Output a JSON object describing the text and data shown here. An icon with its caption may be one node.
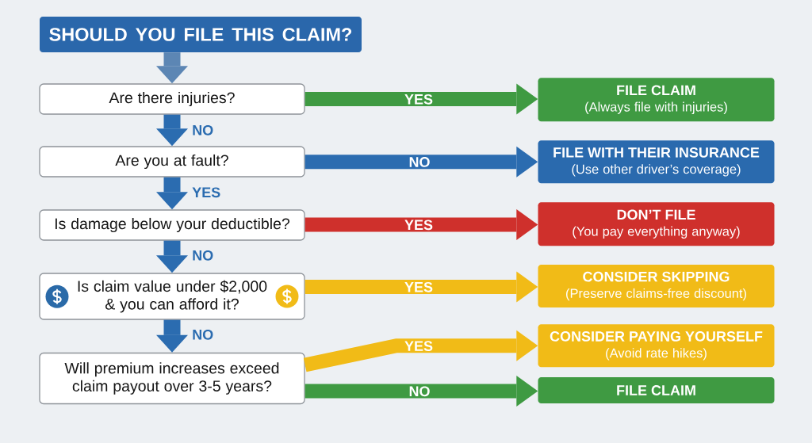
{
  "diagram": {
    "nodes": [
      {
        "text": [
          "SHOULD YOU FILE THIS CLAIM?"
        ]
      },
      {
        "text": [
          "Are there injuries?"
        ]
      },
      {
        "text": [
          "Are you at fault?"
        ]
      },
      {
        "text": [
          "Is damage below your deductible?"
        ]
      },
      {
        "text": [
          "Is claim value under $2,000 & you can afford it?"
        ]
      },
      {
        "text": [
          "Will premium increases exceed claim payout over 3-5 years?"
        ]
      },
      {
        "text": [
          "FILE CLAIM",
          "(Always file with injuries)"
        ]
      },
      {
        "text": [
          "FILE WITH THEIR INSURANCE",
          "(Use other driver’s coverage)"
        ]
      },
      {
        "text": [
          "DON’T FILE",
          "(You pay everything anyway)"
        ]
      },
      {
        "text": [
          "CONSIDER SKIPPING",
          "(Preserve claims-free discount)"
        ]
      },
      {
        "text": [
          "CONSIDER PAYING YOURSELF",
          "(Avoid rate hikes)"
        ]
      },
      {
        "text": [
          "FILE CLAIM"
        ]
      }
    ],
    "edges": [
      {
        "from": 0,
        "to": 1,
        "arrow": "to",
        "color": "#5c86b4"
      },
      {
        "from": 1,
        "to": 2,
        "arrow": "to",
        "label": "NO"
      },
      {
        "from": 2,
        "to": 3,
        "arrow": "to",
        "label": "YES"
      },
      {
        "from": 3,
        "to": 4,
        "arrow": "to",
        "label": "NO"
      },
      {
        "from": 4,
        "to": 5,
        "arrow": "to",
        "label": "NO"
      },
      {
        "from": 1,
        "to": 6,
        "arrow": "to",
        "label": "YES",
        "color": "#3f9a42"
      },
      {
        "from": 2,
        "to": 7,
        "arrow": "to",
        "label": "NO"
      },
      {
        "from": 3,
        "to": 8,
        "arrow": "to",
        "label": "YES",
        "color": "#cf302c"
      },
      {
        "from": 4,
        "to": 9,
        "arrow": "to",
        "label": "YES",
        "color": "#f1bb17"
      },
      {
        "from": 5,
        "to": 10,
        "arrow": "to",
        "label": "YES",
        "color": "#f1bb17"
      },
      {
        "from": 5,
        "to": 11,
        "arrow": "to",
        "label": "NO",
        "color": "#3f9a42"
      }
    ]
  }
}
